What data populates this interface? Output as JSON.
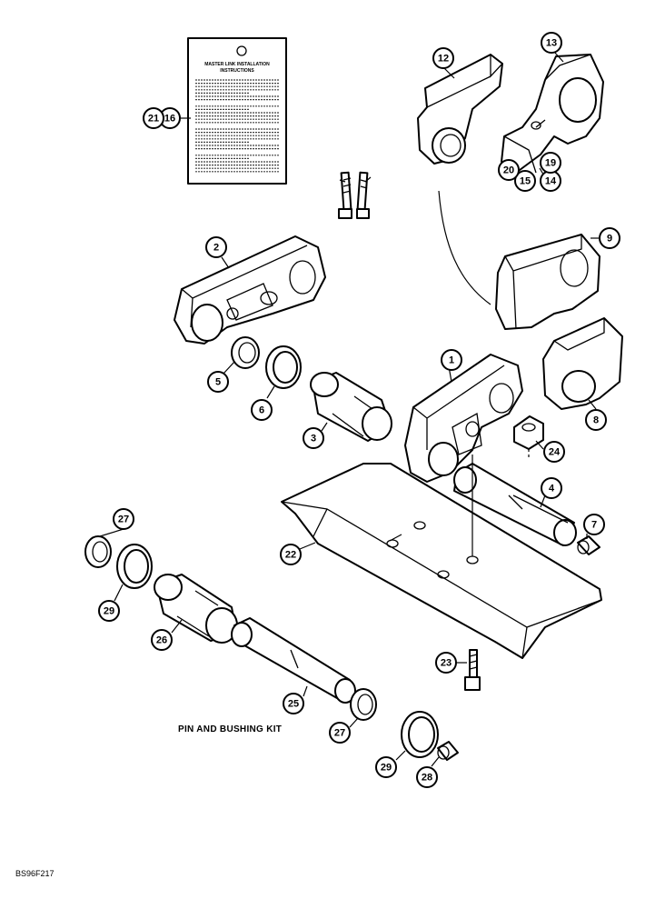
{
  "instruction_card": {
    "title_line1": "MASTER LINK INSTALLATION",
    "title_line2": "INSTRUCTIONS"
  },
  "kit_label": "PIN AND BUSHING KIT",
  "figure_ref": "BS96F217",
  "callouts": [
    {
      "id": "c1",
      "text": "1"
    },
    {
      "id": "c2",
      "text": "2"
    },
    {
      "id": "c3",
      "text": "3"
    },
    {
      "id": "c4",
      "text": "4"
    },
    {
      "id": "c5",
      "text": "5"
    },
    {
      "id": "c6",
      "text": "6"
    },
    {
      "id": "c7",
      "text": "7"
    },
    {
      "id": "c8",
      "text": "8"
    },
    {
      "id": "c9",
      "text": "9"
    },
    {
      "id": "c12",
      "text": "12"
    },
    {
      "id": "c13",
      "text": "13"
    },
    {
      "id": "c14",
      "text": "14"
    },
    {
      "id": "c15",
      "text": "15"
    },
    {
      "id": "c16",
      "text": "16"
    },
    {
      "id": "c19",
      "text": "19"
    },
    {
      "id": "c20",
      "text": "20"
    },
    {
      "id": "c21",
      "text": "21"
    },
    {
      "id": "c22",
      "text": "22"
    },
    {
      "id": "c23",
      "text": "23"
    },
    {
      "id": "c24",
      "text": "24"
    },
    {
      "id": "c25",
      "text": "25"
    },
    {
      "id": "c26",
      "text": "26"
    },
    {
      "id": "c27a",
      "text": "27"
    },
    {
      "id": "c27b",
      "text": "27"
    },
    {
      "id": "c28",
      "text": "28"
    },
    {
      "id": "c29a",
      "text": "29"
    },
    {
      "id": "c29b",
      "text": "29"
    }
  ]
}
